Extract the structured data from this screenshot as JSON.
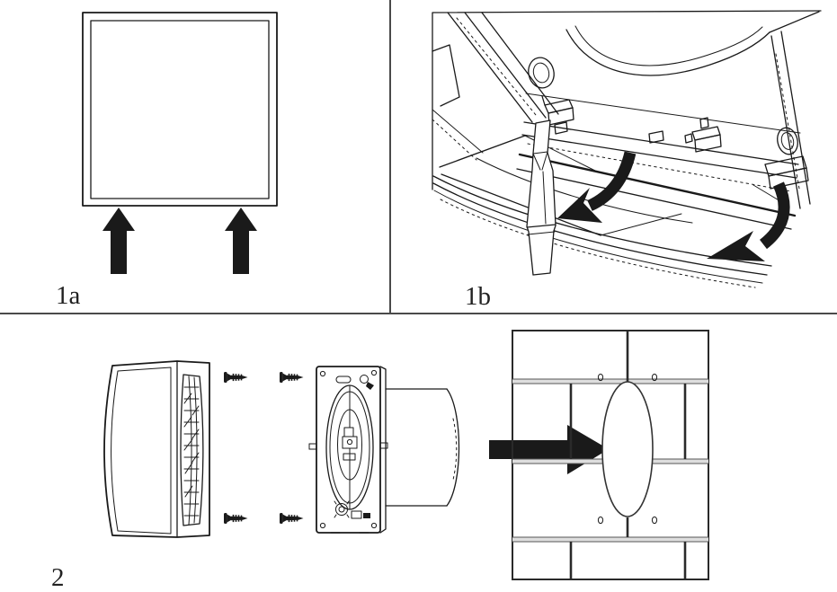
{
  "figure": {
    "panels": {
      "p1a": {
        "label": "1a"
      },
      "p1b": {
        "label": "1b"
      },
      "p2": {
        "label": "2"
      }
    }
  },
  "colors": {
    "line": "#1a1a1a",
    "divider": "#4a4a4a",
    "background": "#ffffff",
    "mortar": "#dedede",
    "wall": "#2a2a2a"
  },
  "icons": {
    "push_arrow": "up-arrow",
    "pry_arrow": "curved-arrow",
    "insert_arrow": "right-arrow"
  }
}
